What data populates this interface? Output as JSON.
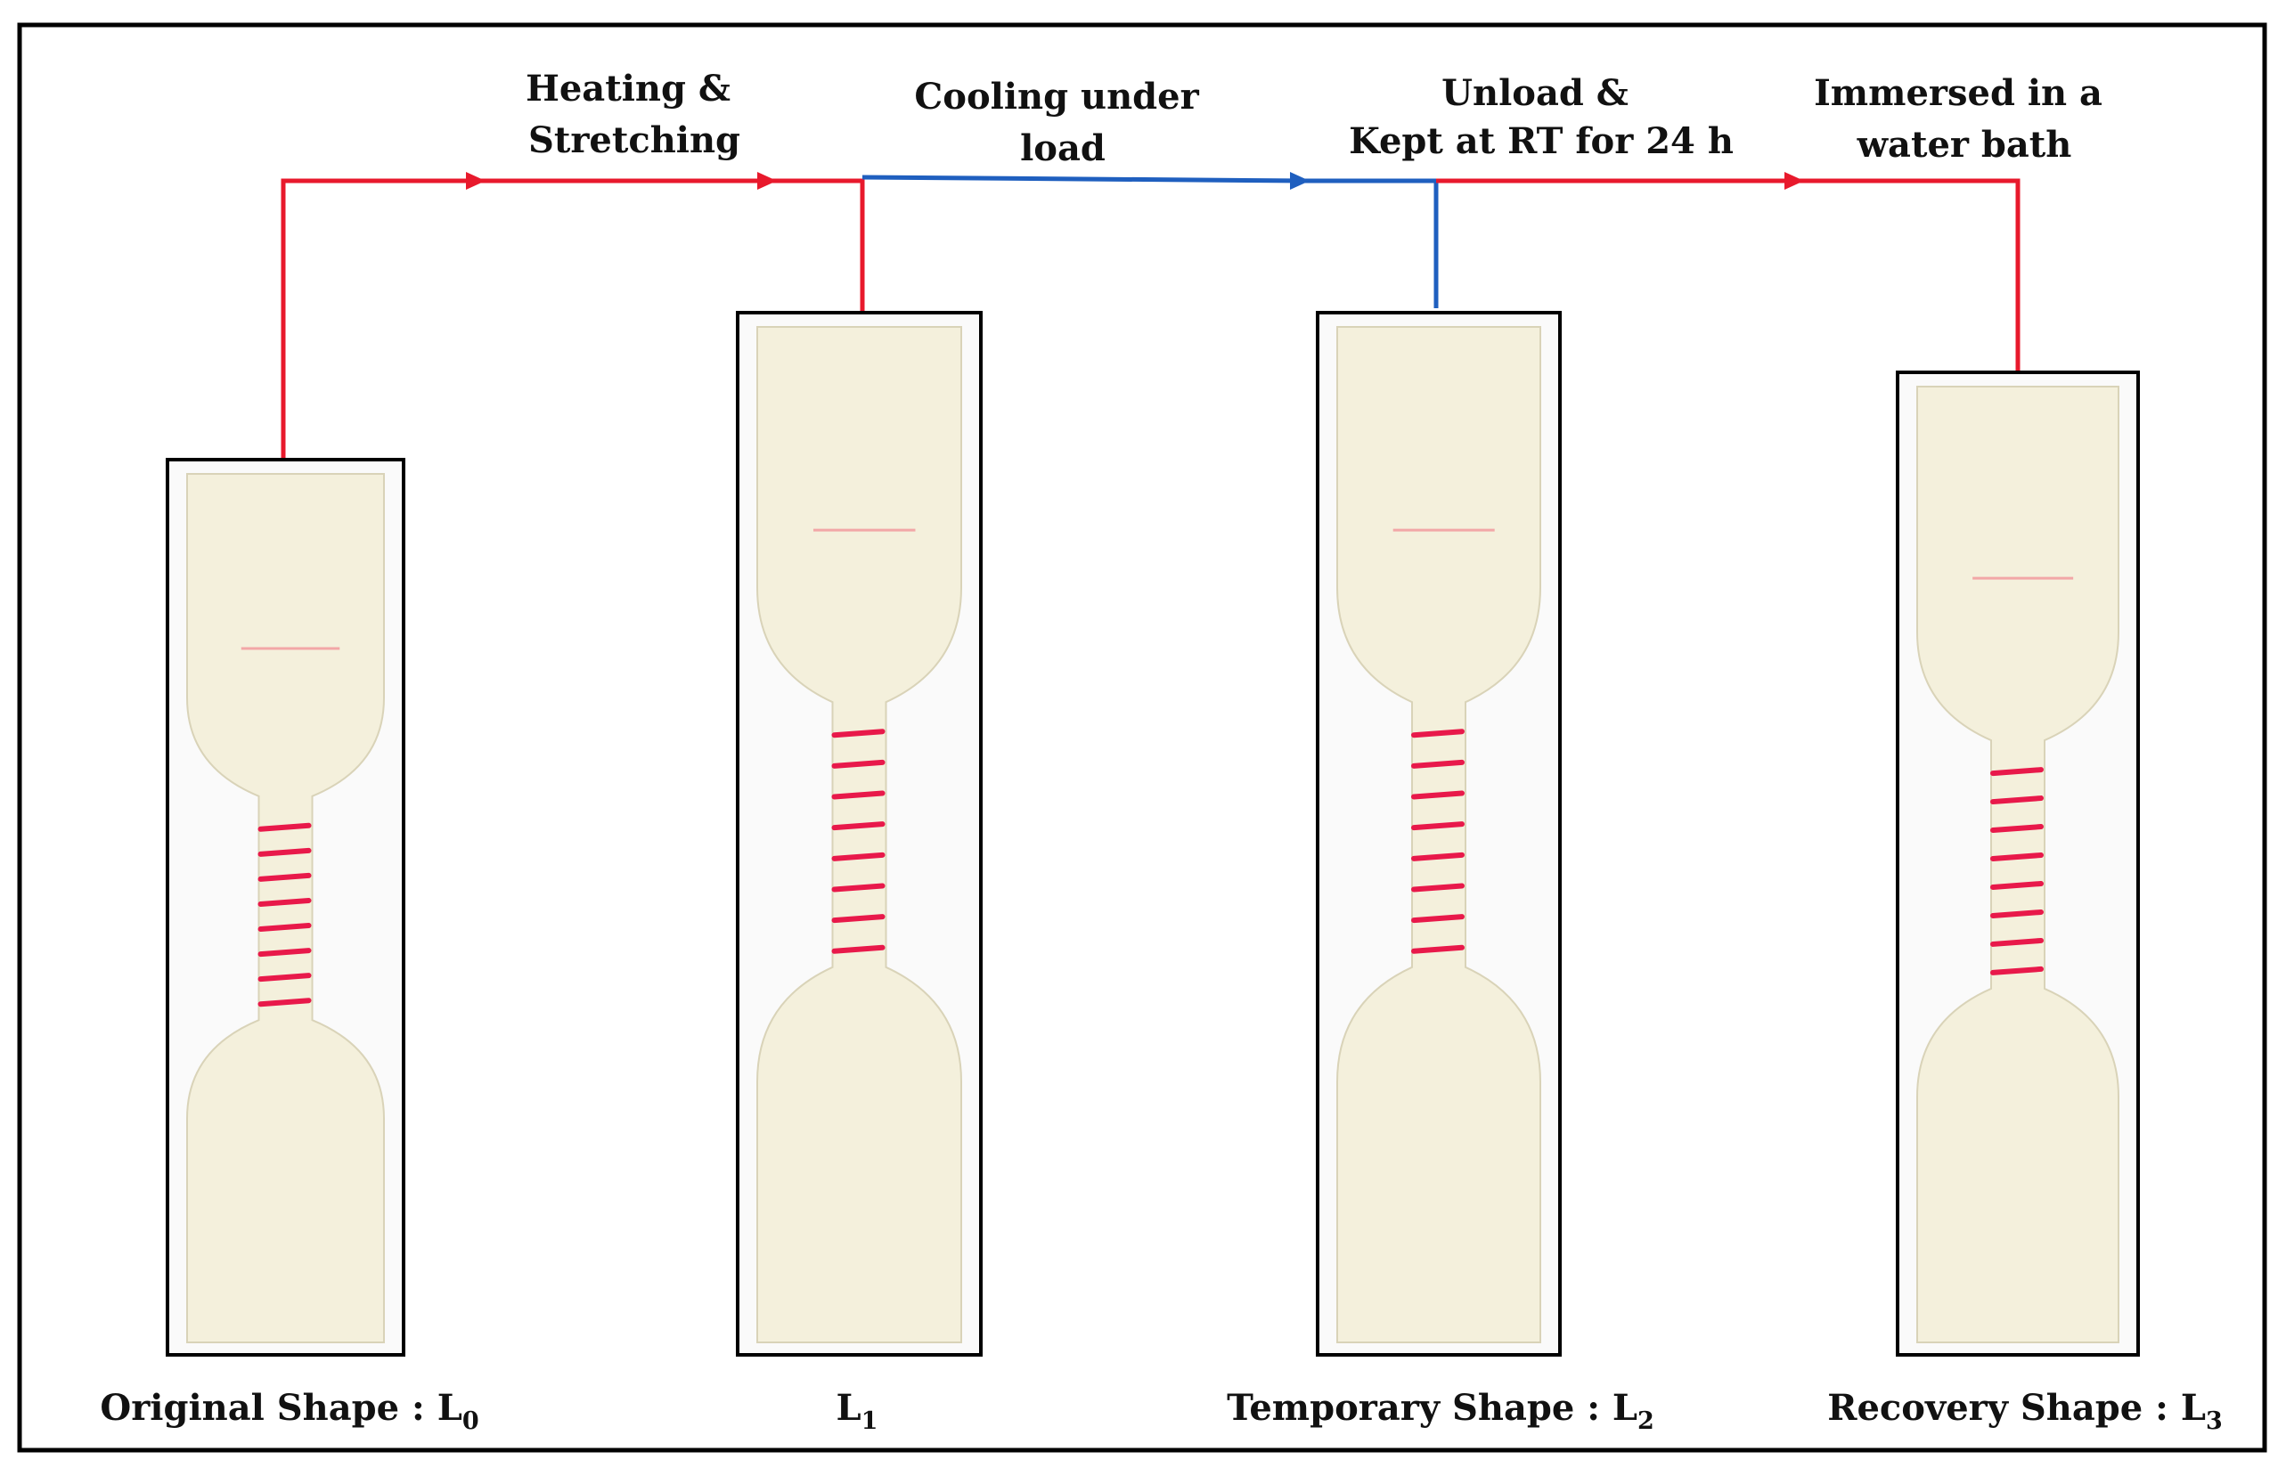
{
  "colors": {
    "heating": "#e8192c",
    "cooling": "#1f5fbf",
    "specimen": "#f4f0dc",
    "specimen_edge": "#d9d3b8",
    "mark": "#e8194a",
    "frame": "#000000"
  },
  "steps": [
    {
      "lines": [
        "Heating &",
        "Stretching"
      ],
      "color": "heating"
    },
    {
      "lines": [
        "Cooling under",
        "load"
      ],
      "color": "cooling"
    },
    {
      "lines": [
        "Unload &",
        "Kept at RT for 24 h"
      ],
      "color": "heating"
    },
    {
      "lines": [
        "Immersed in a",
        "water bath"
      ],
      "color": "heating"
    }
  ],
  "shapes": [
    {
      "label": "Original  Shape : L",
      "subscript": "0",
      "gauge_marks": 8
    },
    {
      "label": "L",
      "subscript": "1",
      "gauge_marks": 8
    },
    {
      "label": "Temporary  Shape : L",
      "subscript": "2",
      "gauge_marks": 8
    },
    {
      "label": "Recovery Shape : L",
      "subscript": "3",
      "gauge_marks": 8
    }
  ]
}
